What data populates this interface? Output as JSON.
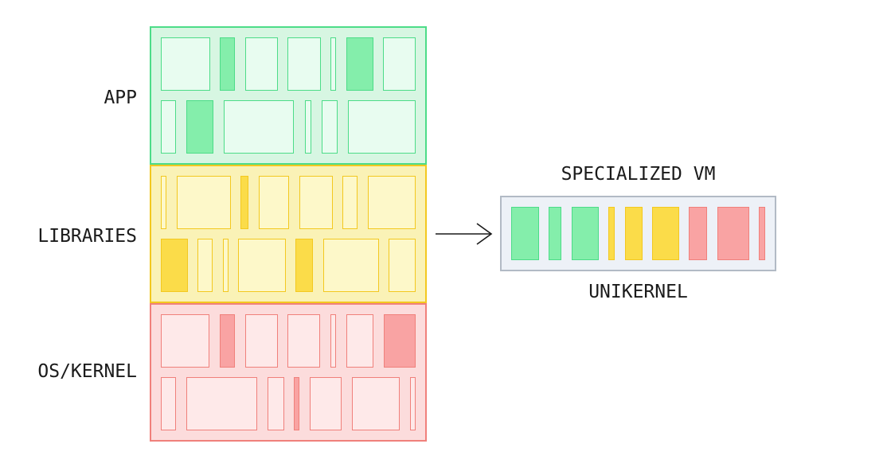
{
  "palette": {
    "green": {
      "bg": "#d7f6e2",
      "block_light": "#e8fcf0",
      "block_dark": "#84eeab",
      "border": "#4cdc88"
    },
    "yellow": {
      "bg": "#faf2b6",
      "block_light": "#fdf8c9",
      "block_dark": "#fbdc49",
      "border": "#f3c81f"
    },
    "red": {
      "bg": "#fcdcdc",
      "block_light": "#fee9e9",
      "block_dark": "#f9a3a3",
      "border": "#f0807b"
    },
    "vm_box": {
      "bg": "#edf1f7",
      "border": "#b2bac5"
    },
    "arrow": "#1a1a1a",
    "text": "#1b1b1b"
  },
  "layers": [
    {
      "label": "APP",
      "color_key": "green",
      "rows": [
        [
          {
            "w": 62,
            "v": "light"
          },
          {
            "w": 19,
            "v": "dark"
          },
          {
            "w": 41,
            "v": "light"
          },
          {
            "w": 42,
            "v": "light"
          },
          {
            "w": 7,
            "v": "light"
          },
          {
            "w": 34,
            "v": "dark"
          },
          {
            "w": 41,
            "v": "light"
          }
        ],
        [
          {
            "w": 19,
            "v": "light"
          },
          {
            "w": 34,
            "v": "dark"
          },
          {
            "w": 88,
            "v": "light"
          },
          {
            "w": 8,
            "v": "light"
          },
          {
            "w": 20,
            "v": "light"
          },
          {
            "w": 85,
            "v": "light"
          }
        ]
      ]
    },
    {
      "label": "LIBRARIES",
      "color_key": "yellow",
      "rows": [
        [
          {
            "w": 7,
            "v": "light"
          },
          {
            "w": 68,
            "v": "light"
          },
          {
            "w": 10,
            "v": "dark"
          },
          {
            "w": 38,
            "v": "light"
          },
          {
            "w": 42,
            "v": "light"
          },
          {
            "w": 19,
            "v": "light"
          },
          {
            "w": 60,
            "v": "light"
          }
        ],
        [
          {
            "w": 34,
            "v": "dark"
          },
          {
            "w": 19,
            "v": "light"
          },
          {
            "w": 7,
            "v": "light"
          },
          {
            "w": 60,
            "v": "light"
          },
          {
            "w": 22,
            "v": "dark"
          },
          {
            "w": 70,
            "v": "light"
          },
          {
            "w": 34,
            "v": "light"
          }
        ]
      ]
    },
    {
      "label": "OS/KERNEL",
      "color_key": "red",
      "rows": [
        [
          {
            "w": 61,
            "v": "light"
          },
          {
            "w": 19,
            "v": "dark"
          },
          {
            "w": 41,
            "v": "light"
          },
          {
            "w": 41,
            "v": "light"
          },
          {
            "w": 7,
            "v": "light"
          },
          {
            "w": 34,
            "v": "light"
          },
          {
            "w": 40,
            "v": "dark"
          }
        ],
        [
          {
            "w": 19,
            "v": "light"
          },
          {
            "w": 89,
            "v": "light"
          },
          {
            "w": 21,
            "v": "light"
          },
          {
            "w": 7,
            "v": "dark"
          },
          {
            "w": 40,
            "v": "light"
          },
          {
            "w": 60,
            "v": "light"
          },
          {
            "w": 7,
            "v": "light"
          }
        ]
      ]
    }
  ],
  "vm": {
    "title": "SPECIALIZED VM",
    "caption": "UNIKERNEL",
    "blocks": [
      {
        "w": 35,
        "color_key": "green"
      },
      {
        "w": 16,
        "color_key": "green"
      },
      {
        "w": 34,
        "color_key": "green"
      },
      {
        "w": 8,
        "color_key": "yellow"
      },
      {
        "w": 22,
        "color_key": "yellow"
      },
      {
        "w": 34,
        "color_key": "yellow"
      },
      {
        "w": 23,
        "color_key": "red"
      },
      {
        "w": 40,
        "color_key": "red"
      },
      {
        "w": 8,
        "color_key": "red"
      }
    ]
  }
}
